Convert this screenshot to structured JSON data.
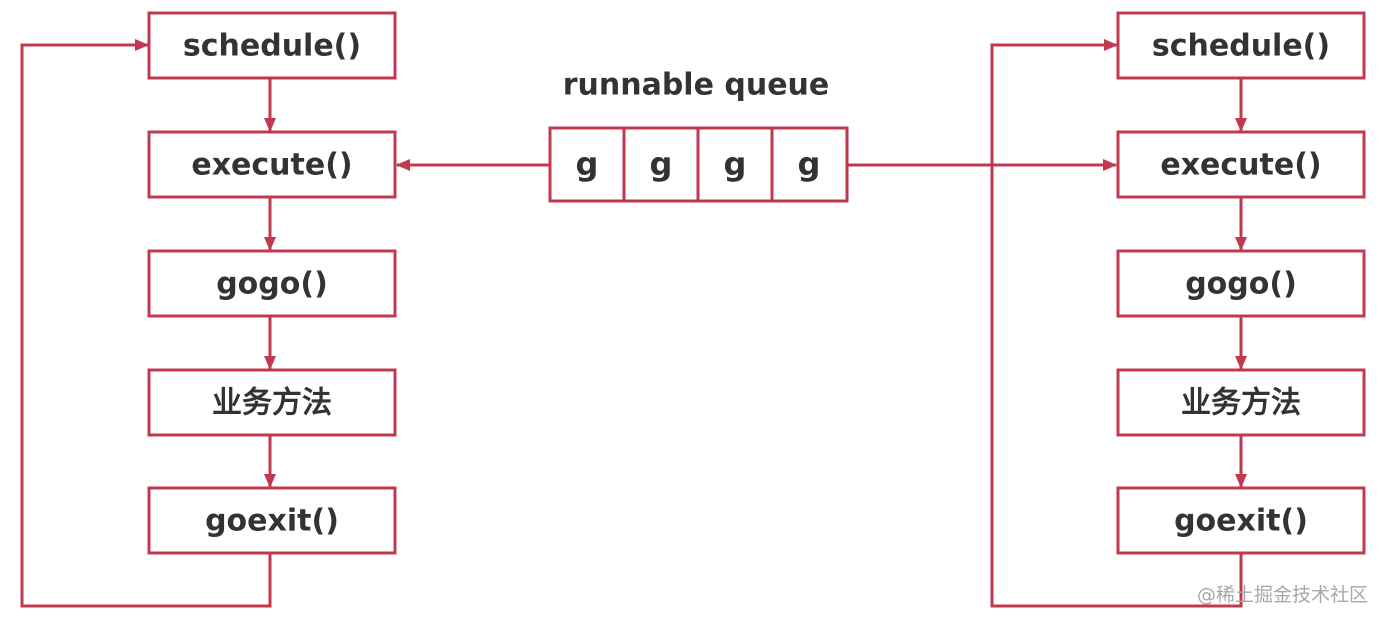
{
  "colors": {
    "accent": "#c0394f",
    "text": "#333333",
    "watermark": "#a8a8a8"
  },
  "left_flow": {
    "steps": [
      "schedule()",
      "execute()",
      "gogo()",
      "业务方法",
      "goexit()"
    ]
  },
  "right_flow": {
    "steps": [
      "schedule()",
      "execute()",
      "gogo()",
      "业务方法",
      "goexit()"
    ]
  },
  "queue": {
    "title": "runnable queue",
    "cells": [
      "g",
      "g",
      "g",
      "g"
    ]
  },
  "watermark": "@稀土掘金技术社区"
}
